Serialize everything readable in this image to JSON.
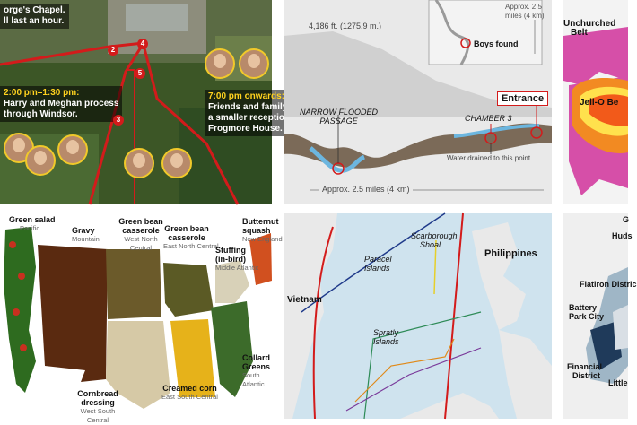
{
  "tile_wedding": {
    "caption_top_1": "orge's Chapel.",
    "caption_top_2": "ll last an hour.",
    "caption_mid_time": "2:00 pm–1:30 pm:",
    "caption_mid_2": "Harry and Meghan process",
    "caption_mid_3": "through Windsor.",
    "caption_right_time": "7:00 pm onwards:",
    "caption_right_2": "Friends and family",
    "caption_right_3": "a smaller reception",
    "caption_right_4": "Frogmore House.",
    "badges": [
      "2",
      "3",
      "4",
      "5"
    ]
  },
  "tile_cave": {
    "elevation": "4,186 ft. (1275.9 m.)",
    "inset_distance": "Approx. 2.5",
    "inset_distance_2": "miles (4 km)",
    "boys_found": "Boys found",
    "entrance": "Entrance",
    "narrow_1": "NARROW FLOODED",
    "narrow_2": "PASSAGE",
    "chamber": "CHAMBER 3",
    "water_drained": "Water drained to this point",
    "bottom_distance": "Approx. 2.5 miles (4 km)"
  },
  "tile_belt": {
    "unchurched": "Unchurched",
    "belt": "Belt",
    "jello": "Jell-O Be"
  },
  "tile_thanksgiving": {
    "items": [
      {
        "name": "Green salad",
        "region": "Pacific"
      },
      {
        "name": "Gravy",
        "region": "Mountain"
      },
      {
        "name": "Green bean casserole",
        "region": "West North Central"
      },
      {
        "name": "Green bean casserole",
        "region": "East North Central"
      },
      {
        "name": "Stuffing (in-bird)",
        "region": "Middle Atlantic"
      },
      {
        "name": "Butternut squash",
        "region": "New England"
      },
      {
        "name": "Cornbread dressing",
        "region": "West South Central"
      },
      {
        "name": "Creamed corn",
        "region": "East South Central"
      },
      {
        "name": "Collard Greens",
        "region": "South Atlantic"
      }
    ]
  },
  "tile_scs": {
    "vietnam": "Vietnam",
    "philippines": "Philippines",
    "paracel": "Paracel",
    "paracel_2": "Islands",
    "scarborough": "Scarborough",
    "scarborough_2": "Shoal",
    "spratly": "Spratly",
    "spratly_2": "Islands"
  },
  "tile_nyc": {
    "g": "G",
    "hudson": "Huds",
    "flatiron": "Flatiron Distric",
    "battery": "Battery",
    "battery_2": "Park City",
    "financial": "Financial",
    "financial_2": "District",
    "little": "Little"
  },
  "colors": {
    "route_red": "#d31b1b",
    "caption_yellow": "#ffd21f",
    "cave_rock": "#7b6a58",
    "cave_water": "#6cb6df",
    "belt_pink": "#d64fa8",
    "belt_orange": "#f28a22",
    "belt_yellow": "#ffe14d",
    "sea": "#cfe3ee",
    "land": "#e9e9e9"
  }
}
